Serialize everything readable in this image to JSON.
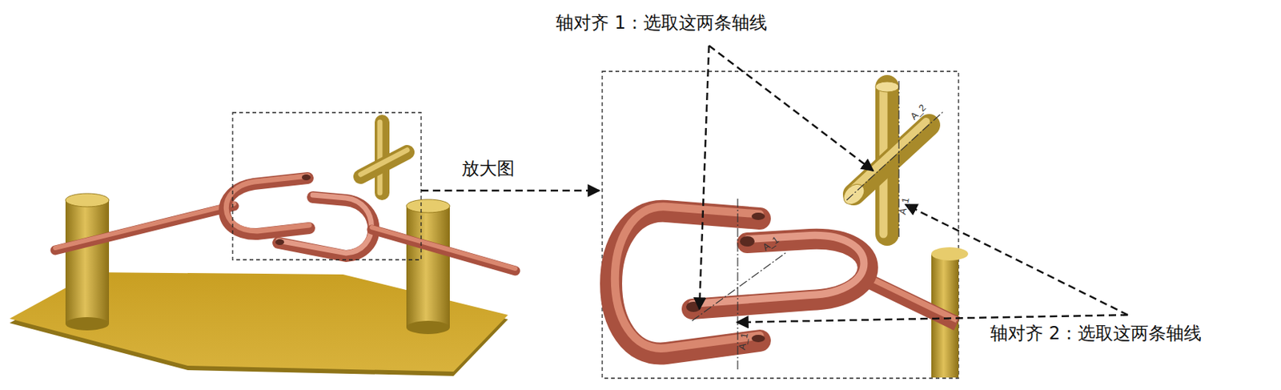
{
  "diagram": {
    "labels": [
      "轴对齐 1：选取这两条轴线",
      "放大图",
      "轴对齐 2：选取这两条轴线",
      "A_2",
      "A_1",
      "A_1",
      "A_1"
    ]
  }
}
